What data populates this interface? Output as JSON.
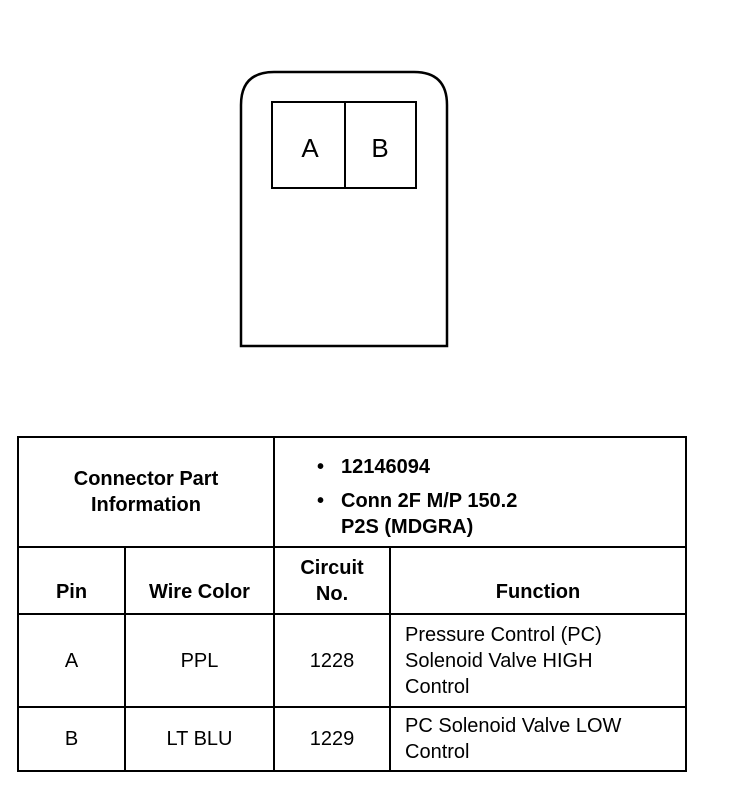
{
  "connector": {
    "pins": [
      "A",
      "B"
    ]
  },
  "table": {
    "part_info_label": "Connector Part Information",
    "part_info_items": [
      "12146094",
      "Conn 2F M/P 150.2",
      "P2S (MDGRA)"
    ],
    "columns": {
      "pin": "Pin",
      "wire_color": "Wire Color",
      "circuit_line1": "Circuit",
      "circuit_line2": "No.",
      "function": "Function"
    },
    "rows": [
      {
        "pin": "A",
        "wire_color": "PPL",
        "circuit": "1228",
        "function_lines": [
          "Pressure Control (PC)",
          "Solenoid Valve HIGH",
          "Control"
        ]
      },
      {
        "pin": "B",
        "wire_color": "LT BLU",
        "circuit": "1229",
        "function_lines": [
          "PC Solenoid Valve LOW",
          "Control"
        ]
      }
    ]
  }
}
